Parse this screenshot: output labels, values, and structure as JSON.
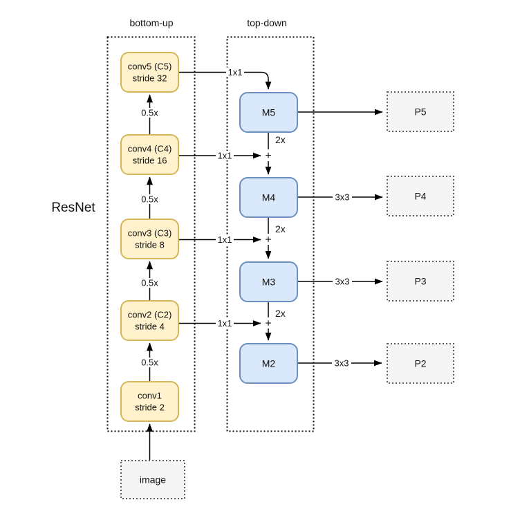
{
  "figure": {
    "left_label": "ResNet",
    "pathways": {
      "bottom_up": "bottom-up",
      "top_down": "top-down"
    },
    "backbone_nodes": [
      {
        "name": "conv5 (C5)",
        "stride": "stride 32"
      },
      {
        "name": "conv4 (C4)",
        "stride": "stride 16"
      },
      {
        "name": "conv3 (C3)",
        "stride": "stride 8"
      },
      {
        "name": "conv2 (C2)",
        "stride": "stride 4"
      },
      {
        "name": "conv1",
        "stride": "stride 2"
      }
    ],
    "topdown_nodes": [
      "M5",
      "M4",
      "M3",
      "M2"
    ],
    "output_nodes": [
      "P5",
      "P4",
      "P3",
      "P2"
    ],
    "input_node": "image",
    "edge_labels": {
      "downscale": "0.5x",
      "upscale": "2x",
      "lateral": "1x1",
      "output_conv": "3x3",
      "merge": "+"
    },
    "colors": {
      "backbone_fill": "#fff2cc",
      "backbone_stroke": "#d6b656",
      "topdown_fill": "#dae8fc",
      "topdown_stroke": "#6c8ebf",
      "output_fill": "#f5f5f5",
      "output_stroke": "#5c5c5c",
      "container_stroke": "#000000",
      "arrow": "#000000"
    }
  }
}
